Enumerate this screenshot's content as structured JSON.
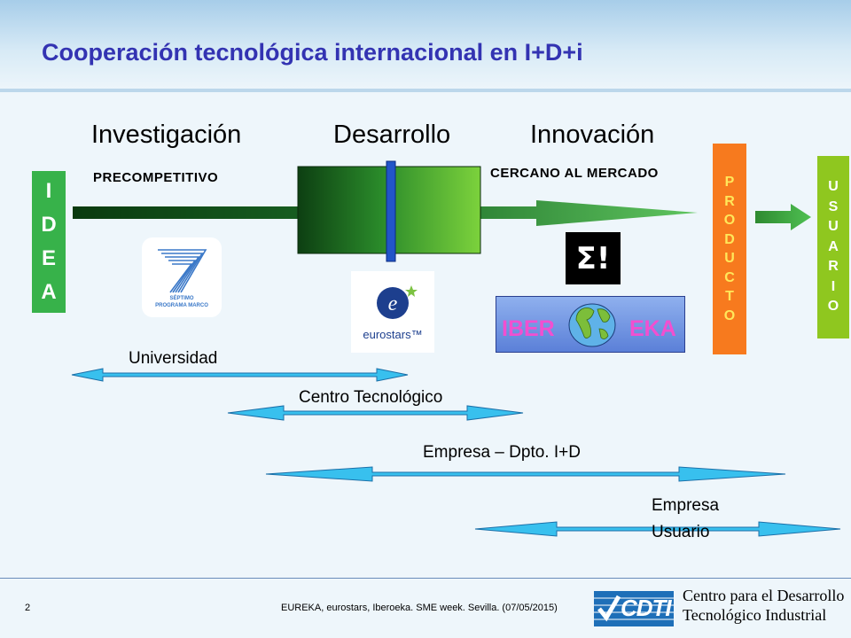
{
  "title": "Cooperación tecnológica internacional en I+D+i",
  "phases": [
    "Investigación",
    "Desarrollo",
    "Innovación"
  ],
  "sublabels": {
    "precompetitivo": "PRECOMPETITIVO",
    "cercano": "CERCANO AL MERCADO"
  },
  "idea_letters": [
    "I",
    "D",
    "E",
    "A"
  ],
  "producto_letters": [
    "P",
    "R",
    "O",
    "D",
    "U",
    "C",
    "T",
    "O"
  ],
  "usuario_letters": [
    "U",
    "S",
    "U",
    "A",
    "R",
    "I",
    "O"
  ],
  "logos": {
    "fp7_line1": "SÉPTIMO",
    "fp7_line2": "PROGRAMA MARCO",
    "eurostars": "eurostars™",
    "eureka": "Σ!",
    "iberoeka_left": "IBER",
    "iberoeka_right": "EKA"
  },
  "arrows": {
    "universidad": "Universidad",
    "centro": "Centro Tecnológico",
    "empresa_id": "Empresa – Dpto. I+D",
    "empresa_usuario_1": "Empresa",
    "empresa_usuario_2": "Usuario"
  },
  "footer": {
    "page": "2",
    "text": "EUREKA, eurostars, Iberoeka. SME week. Sevilla. (07/05/2015)",
    "cdti_mark": "CDTI",
    "cdti_line1": "Centro para el Desarrollo",
    "cdti_line2": "Tecnológico Industrial"
  },
  "colors": {
    "title": "#3333b2",
    "idea": "#37b24a",
    "producto": "#f77a1e",
    "producto_text": "#ffe75a",
    "usuario": "#8fc71f",
    "arrow_cyan": "#38c0ee",
    "iberoeka_text": "#f24fd0",
    "cdti_blue": "#1e6fb8"
  }
}
